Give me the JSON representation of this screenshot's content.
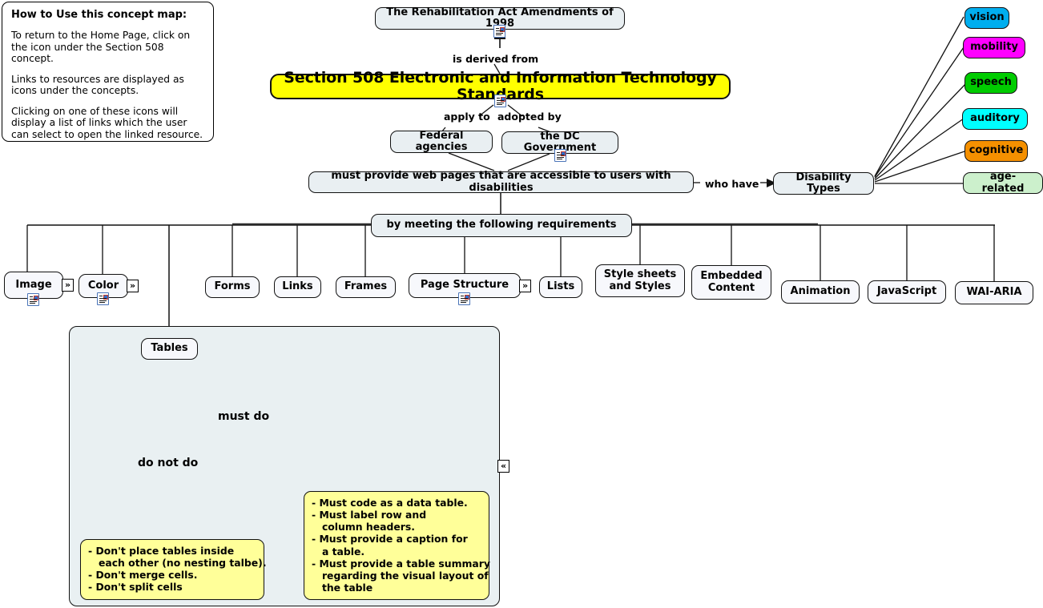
{
  "legend": {
    "title": "How to Use this concept map:",
    "paragraphs": [
      "To return to the Home Page, click on the icon under the Section 508 concept.",
      "Links to resources are displayed as icons under the concepts.",
      "Clicking on one of these icons will display a list of links which the user can select to open the linked resource."
    ]
  },
  "nodes": {
    "act": "The Rehabilitation Act Amendments of 1998",
    "banner": "Section 508 Electronic and Information Technology Standards",
    "federal_agencies": "Federal agencies",
    "dc_government": "the DC Government",
    "must_provide": "must provide web pages that are accessible to users with disabilities",
    "requirements": "by meeting the following requirements",
    "disability_types": "Disability Types",
    "tables": "Tables"
  },
  "link_labels": {
    "is_derived_from": "is derived from",
    "apply_to": "apply to",
    "adopted_by": "adopted by",
    "who_have": "who have",
    "must_do": "must do",
    "do_not_do": "do not do"
  },
  "disability_list": [
    {
      "label": "vision",
      "color": "#00AEEF"
    },
    {
      "label": "mobility",
      "color": "#FF00FF"
    },
    {
      "label": "speech",
      "color": "#00CC00"
    },
    {
      "label": "auditory",
      "color": "#00FFFF"
    },
    {
      "label": "cognitive",
      "color": "#F59000"
    },
    {
      "label": "age-related",
      "color": "#CCF0CC"
    }
  ],
  "requirements": [
    {
      "label": "Image",
      "has_resource": true,
      "has_expand": true
    },
    {
      "label": "Color",
      "has_resource": true,
      "has_expand": true
    },
    {
      "label": "Forms",
      "has_resource": false,
      "has_expand": false
    },
    {
      "label": "Links",
      "has_resource": false,
      "has_expand": false
    },
    {
      "label": "Frames",
      "has_resource": false,
      "has_expand": false
    },
    {
      "label": "Page Structure",
      "has_resource": true,
      "has_expand": true
    },
    {
      "label": "Lists",
      "has_resource": false,
      "has_expand": false
    },
    {
      "label": "Style sheets and Styles",
      "has_resource": false,
      "has_expand": false
    },
    {
      "label": "Embedded Content",
      "has_resource": false,
      "has_expand": false
    },
    {
      "label": "Animation",
      "has_resource": false,
      "has_expand": false
    },
    {
      "label": "JavaScript",
      "has_resource": false,
      "has_expand": false
    },
    {
      "label": "WAI-ARIA",
      "has_resource": false,
      "has_expand": false
    }
  ],
  "notes": {
    "do_not_do": [
      "- Don't place tables inside",
      "   each other (no nesting talbe).",
      "- Don't merge cells.",
      "- Don't split cells"
    ],
    "must_do": [
      "- Must code as a data table.",
      "- Must label row and",
      "   column headers.",
      "- Must provide a caption for",
      "   a table.",
      "- Must provide a table summary",
      "   regarding the visual layout of",
      "   the table"
    ]
  },
  "handles": {
    "expand": "»",
    "collapse": "«"
  },
  "colors": {
    "node_fill": "#e9eff2",
    "banner_fill": "#ffff00",
    "note_fill": "#ffff99",
    "submap_fill": "#e9f0f2",
    "stroke": "#111111"
  }
}
